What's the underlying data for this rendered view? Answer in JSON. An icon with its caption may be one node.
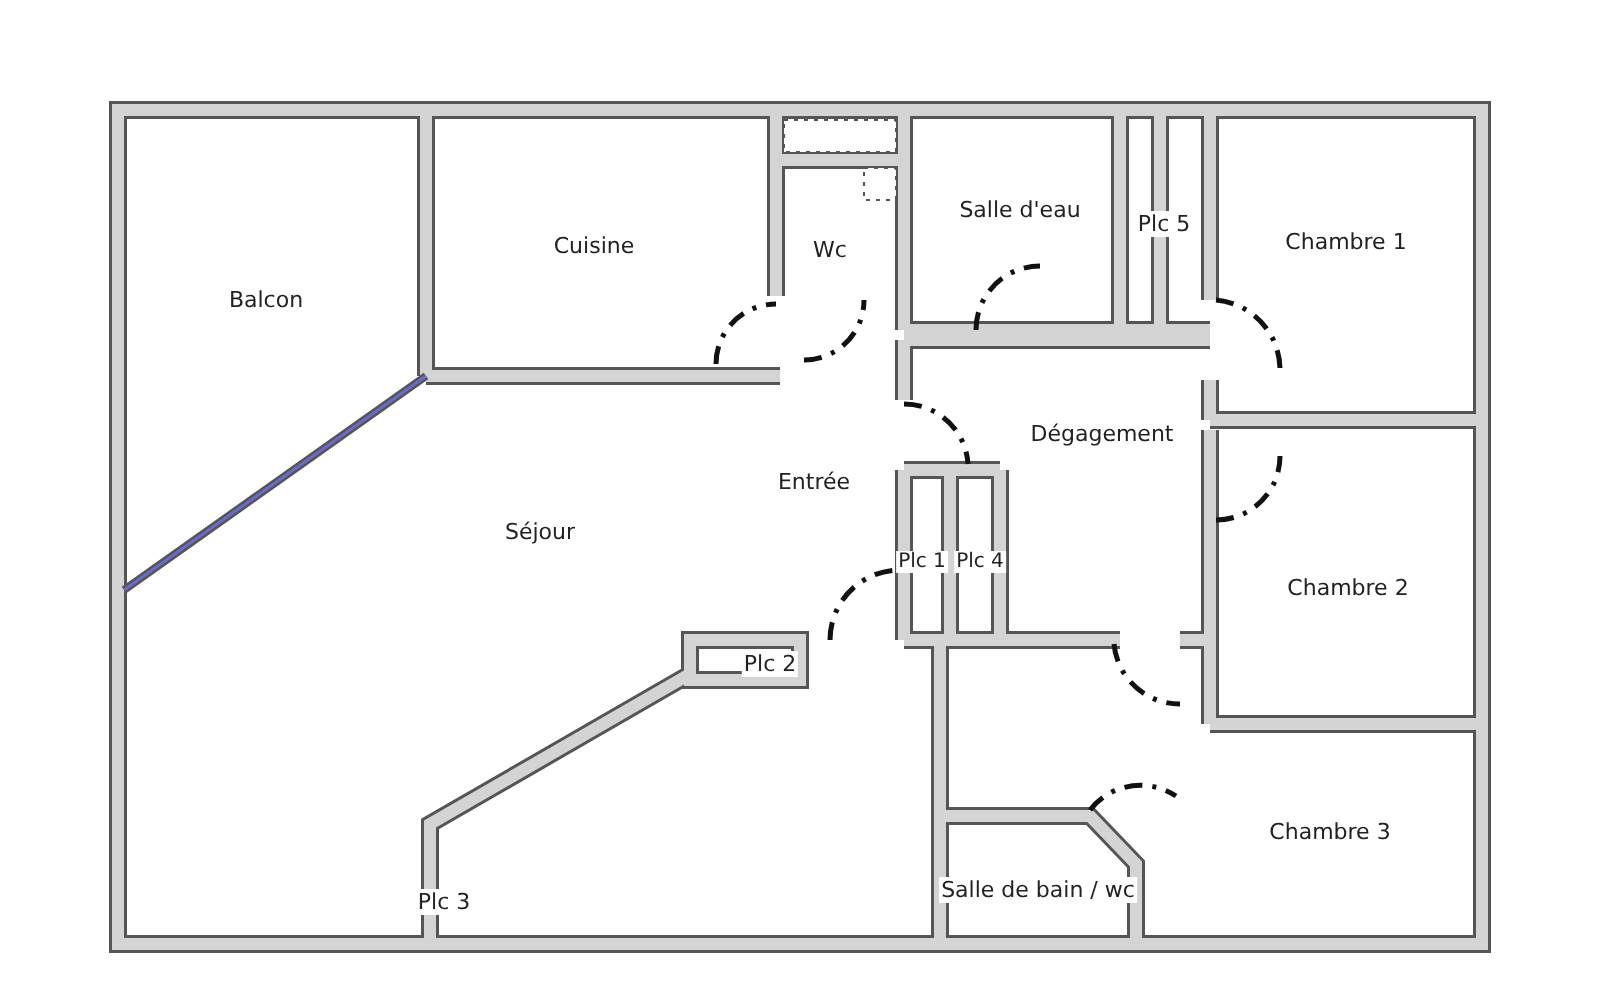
{
  "diagram": {
    "nodes": [
      {
        "text": [
          "Balcon"
        ]
      },
      {
        "text": [
          "Cuisine"
        ]
      },
      {
        "text": [
          "Wc"
        ]
      },
      {
        "text": [
          "Salle d'eau"
        ]
      },
      {
        "text": [
          "Plc 5"
        ]
      },
      {
        "text": [
          "Chambre 1"
        ]
      },
      {
        "text": [
          "Dégagement"
        ]
      },
      {
        "text": [
          "Entrée"
        ]
      },
      {
        "text": [
          "Séjour"
        ]
      },
      {
        "text": [
          "Plc 1"
        ]
      },
      {
        "text": [
          "Plc 4"
        ]
      },
      {
        "text": [
          "Chambre 2"
        ]
      },
      {
        "text": [
          "Plc 2"
        ]
      },
      {
        "text": [
          "Chambre 3"
        ]
      },
      {
        "text": [
          "Salle de bain / wc"
        ]
      },
      {
        "text": [
          "Plc 3"
        ]
      }
    ]
  }
}
